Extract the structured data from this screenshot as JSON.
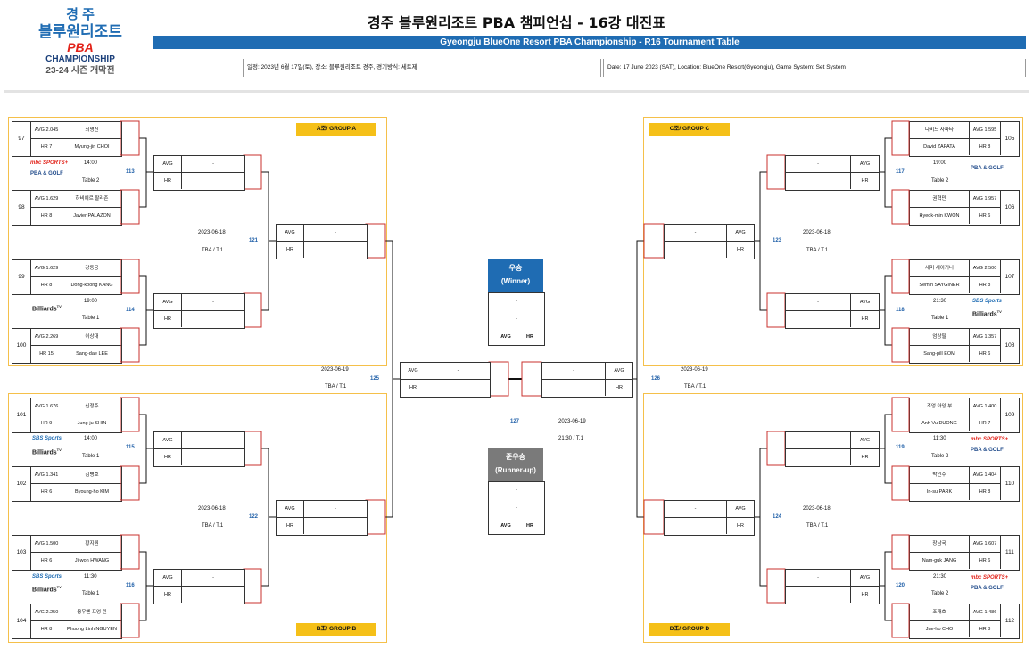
{
  "logo": {
    "line1": "경 주",
    "line2": "블루원리조트",
    "line3": "PBA",
    "line4": "CHAMPIONSHIP",
    "line5": "23-24 시즌 개막전"
  },
  "header": {
    "title": "경주 블루원리조트 PBA 챔피언십 - 16강 대진표",
    "subtitle": "Gyeongju BlueOne Resort PBA Championship - R16 Tournament Table",
    "info_kr": "일정: 2023년 6월 17일(토), 장소: 블루원리조트 경주, 경기방식: 세트제",
    "info_en": "Date: 17 June 2023 (SAT), Location: BlueOne Resort(Gyeongju), Game System: Set System"
  },
  "groups": {
    "a": "A조/ GROUP A",
    "b": "B조/ GROUP B",
    "c": "C조/ GROUP C",
    "d": "D조/ GROUP D"
  },
  "labels": {
    "avg": "AVG",
    "hr": "HR",
    "dash": "-"
  },
  "players": {
    "p97": {
      "num": "97",
      "avg": "AVG 2.045",
      "hr": "HR 7",
      "kr": "최명진",
      "en": "Myung-jin CHOI"
    },
    "p98": {
      "num": "98",
      "avg": "AVG 1.629",
      "hr": "HR 8",
      "kr": "하비에르 팔라존",
      "en": "Javier PALAZON"
    },
    "p99": {
      "num": "99",
      "avg": "AVG 1.629",
      "hr": "HR 8",
      "kr": "강동궁",
      "en": "Dong-koong KANG"
    },
    "p100": {
      "num": "100",
      "avg": "AVG 2.269",
      "hr": "HR 15",
      "kr": "이상대",
      "en": "Sang-dae LEE"
    },
    "p101": {
      "num": "101",
      "avg": "AVG 1.676",
      "hr": "HR 9",
      "kr": "신정주",
      "en": "Jung-ju SHIN"
    },
    "p102": {
      "num": "102",
      "avg": "AVG 1.341",
      "hr": "HR 6",
      "kr": "김병호",
      "en": "Byoung-ho KIM"
    },
    "p103": {
      "num": "103",
      "avg": "AVG 1.500",
      "hr": "HR 6",
      "kr": "황지원",
      "en": "Ji-won HWANG"
    },
    "p104": {
      "num": "104",
      "avg": "AVG 2.250",
      "hr": "HR 8",
      "kr": "응우옌 프엉 린",
      "en": "Phuong Linh NGUYEN"
    },
    "p105": {
      "num": "105",
      "avg": "AVG 1.595",
      "hr": "HR 8",
      "kr": "다비드 사파타",
      "en": "David ZAPATA"
    },
    "p106": {
      "num": "106",
      "avg": "AVG 1.957",
      "hr": "HR 6",
      "kr": "권혁민",
      "en": "Hyeok-min KWON"
    },
    "p107": {
      "num": "107",
      "avg": "AVG 2.500",
      "hr": "HR 8",
      "kr": "세미 세이기너",
      "en": "Semih SAYGINER"
    },
    "p108": {
      "num": "108",
      "avg": "AVG 1.357",
      "hr": "HR 6",
      "kr": "엄상필",
      "en": "Sang-pill EOM"
    },
    "p109": {
      "num": "109",
      "avg": "AVG 1.400",
      "hr": "HR 7",
      "kr": "조엉 아잉 부",
      "en": "Anh Vu DUONG"
    },
    "p110": {
      "num": "110",
      "avg": "AVG 1.404",
      "hr": "HR 8",
      "kr": "박인수",
      "en": "In-su PARK"
    },
    "p111": {
      "num": "111",
      "avg": "AVG 1.607",
      "hr": "HR 6",
      "kr": "장남국",
      "en": "Nam-guk JANG"
    },
    "p112": {
      "num": "112",
      "avg": "AVG 1.486",
      "hr": "HR 8",
      "kr": "조재호",
      "en": "Jae-ho CHO"
    }
  },
  "matches": {
    "m113": {
      "num": "113",
      "time": "14:00",
      "table": "Table 2",
      "tv": "MBC SPORTS+ / PBA & GOLF"
    },
    "m114": {
      "num": "114",
      "time": "19:00",
      "table": "Table 1",
      "tv": "Billiards TV"
    },
    "m115": {
      "num": "115",
      "time": "14:00",
      "table": "Table 1",
      "tv": "SBS Sports / Billiards TV"
    },
    "m116": {
      "num": "116",
      "time": "11:30",
      "table": "Table 1",
      "tv": "SBS Sports / Billiards TV"
    },
    "m117": {
      "num": "117",
      "time": "19:00",
      "table": "Table 2",
      "tv": "PBA & GOLF"
    },
    "m118": {
      "num": "118",
      "time": "21:30",
      "table": "Table 1",
      "tv": "SBS Sports / Billiards TV"
    },
    "m119": {
      "num": "119",
      "time": "11:30",
      "table": "Table 2",
      "tv": "MBC SPORTS+ / PBA & GOLF"
    },
    "m120": {
      "num": "120",
      "time": "21:30",
      "table": "Table 2",
      "tv": "MBC SPORTS+ / PBA & GOLF"
    },
    "m121": {
      "num": "121",
      "date": "2023-06-18",
      "table": "TBA / T.1"
    },
    "m122": {
      "num": "122",
      "date": "2023-06-18",
      "table": "TBA / T.1"
    },
    "m123": {
      "num": "123",
      "date": "2023-06-18",
      "table": "TBA / T.1"
    },
    "m124": {
      "num": "124",
      "date": "2023-06-18",
      "table": "TBA / T.1"
    },
    "m125": {
      "num": "125",
      "date": "2023-06-19",
      "table": "TBA / T.1"
    },
    "m126": {
      "num": "126",
      "date": "2023-06-19",
      "table": "TBA / T.1"
    },
    "m127": {
      "num": "127",
      "date": "2023-06-19",
      "table": "21:30 / T.1"
    }
  },
  "winner": {
    "kr": "우승",
    "en": "(Winner)"
  },
  "runnerup": {
    "kr": "준우승",
    "en": "(Runner-up)"
  },
  "tv": {
    "mbc": "mbc SPORTS+",
    "pba": "PBA & GOLF",
    "billiards": "Billiards",
    "billiards_sup": "TV",
    "sbs": "SBS Sports"
  }
}
